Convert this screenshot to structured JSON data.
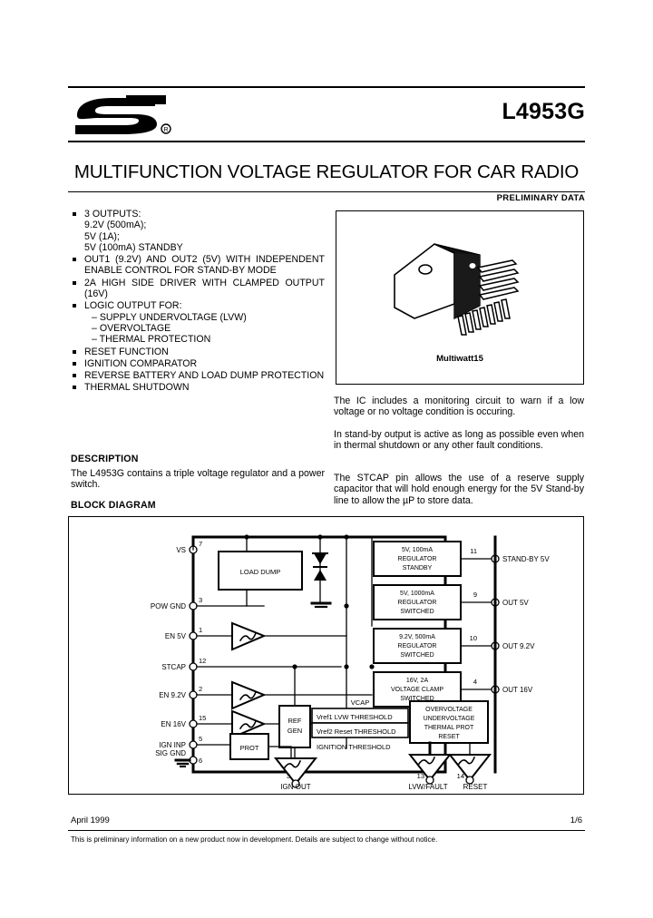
{
  "header": {
    "logo_name": "st-logo",
    "part_number": "L4953G",
    "title": "MULTIFUNCTION VOLTAGE REGULATOR FOR CAR RADIO",
    "preliminary": "PRELIMINARY DATA"
  },
  "features": [
    {
      "lines": [
        "3 OUTPUTS:",
        "9.2V (500mA);",
        "5V (1A);",
        "5V (100mA) STANDBY"
      ]
    },
    {
      "lines": [
        "OUT1 (9.2V) AND OUT2 (5V) WITH INDEPENDENT ENABLE CONTROL FOR STAND-BY MODE"
      ]
    },
    {
      "lines": [
        "2A HIGH SIDE DRIVER WITH CLAMPED OUTPUT (16V)"
      ]
    },
    {
      "lines": [
        "LOGIC OUTPUT FOR:",
        "– SUPPLY UNDERVOLTAGE (LVW)",
        "– OVERVOLTAGE",
        "– THERMAL PROTECTION"
      ]
    },
    {
      "lines": [
        "RESET FUNCTION"
      ]
    },
    {
      "lines": [
        "IGNITION COMPARATOR"
      ]
    },
    {
      "lines": [
        "REVERSE BATTERY AND LOAD DUMP PROTECTION"
      ]
    },
    {
      "lines": [
        "THERMAL SHUTDOWN"
      ]
    }
  ],
  "description": {
    "heading": "DESCRIPTION",
    "text": "The L4953G contains a triple voltage regulator and a power switch.",
    "block_diagram_heading": "BLOCK DIAGRAM"
  },
  "package": {
    "name": "Multiwatt15"
  },
  "right_paragraphs": [
    "The IC includes a monitoring circuit to warn if a low voltage or no voltage condition is occuring.",
    "In stand-by output is active as long as possible even when in thermal shutdown or any other fault conditions.",
    "The STCAP pin allows the use of a reserve supply capacitor that will hold enough energy for the 5V Stand-by line to allow the µP to store data."
  ],
  "block_diagram": {
    "input_pins": [
      {
        "label": "VS",
        "number": "7"
      },
      {
        "label": "POW GND",
        "number": "3"
      },
      {
        "label": "EN 5V",
        "number": "1"
      },
      {
        "label": "STCAP",
        "number": "12"
      },
      {
        "label": "EN 9.2V",
        "number": "2"
      },
      {
        "label": "EN 16V",
        "number": "15"
      },
      {
        "label": "IGN INP",
        "number": "5"
      },
      {
        "label": "SIG GND",
        "number": "6"
      }
    ],
    "output_pins": [
      {
        "label": "STAND-BY 5V",
        "number": "11"
      },
      {
        "label": "OUT 5V",
        "number": "9"
      },
      {
        "label": "OUT 9.2V",
        "number": "10"
      },
      {
        "label": "OUT 16V",
        "number": "4"
      }
    ],
    "bottom_pins": [
      {
        "label": "IGN OUT",
        "number": "3"
      },
      {
        "label": "LVW/FAULT",
        "number": "13"
      },
      {
        "label": "RESET",
        "number": "14"
      }
    ],
    "blocks": [
      {
        "id": "load-dump",
        "lines": [
          "LOAD DUMP"
        ]
      },
      {
        "id": "reg-standby",
        "lines": [
          "5V, 100mA",
          "REGULATOR",
          "STANDBY"
        ]
      },
      {
        "id": "reg-5v",
        "lines": [
          "5V, 1000mA",
          "REGULATOR",
          "SWITCHED"
        ]
      },
      {
        "id": "reg-92v",
        "lines": [
          "9.2V, 500mA",
          "REGULATOR",
          "SWITCHED"
        ]
      },
      {
        "id": "clamp-16v",
        "lines": [
          "16V, 2A",
          "VOLTAGE CLAMP",
          "SWITCHED"
        ]
      },
      {
        "id": "ref-gen",
        "lines": [
          "REF",
          "GEN"
        ]
      },
      {
        "id": "prot",
        "lines": [
          "PROT"
        ]
      },
      {
        "id": "fault-logic",
        "lines": [
          "OVERVOLTAGE",
          "UNDERVOLTAGE",
          "THERMAL PROT",
          "RESET"
        ]
      }
    ],
    "threshold_labels": [
      "VCAP",
      "Vref1 LVW THRESHOLD",
      "Vref2 Reset THRESHOLD",
      "IGNITION THRESHOLD"
    ]
  },
  "footer": {
    "date": "April 1999",
    "page": "1/6",
    "note": "This is preliminary information on a new product now in development. Details are subject to change without notice."
  }
}
